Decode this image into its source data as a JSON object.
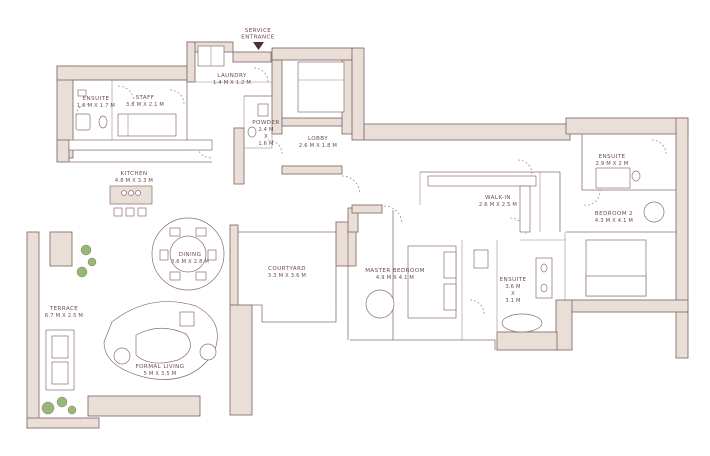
{
  "colors": {
    "wall": "#eadfd7",
    "outline": "#8a6e73",
    "text": "#6b4a52",
    "plant": "#9bb47a"
  },
  "labels": {
    "service": {
      "name1": "SERVICE",
      "name2": "ENTRANCE"
    },
    "laundry": {
      "name": "LAUNDRY",
      "dim": "1.4 M X 1.2 M"
    },
    "ensuite_staff": {
      "name": "ENSUITE",
      "dim": "1.6 M X 1.7 M"
    },
    "staff": {
      "name": "STAFF",
      "dim": "3.8 M X 2.1 M"
    },
    "powder": {
      "name": "POWDER",
      "dim1": "2.4 M",
      "dim2": "X",
      "dim3": "1.6 M"
    },
    "lobby": {
      "name": "LOBBY",
      "dim": "2.6 M X 1.8 M"
    },
    "kitchen": {
      "name": "KITCHEN",
      "dim": "4.8 M X 3.3 M"
    },
    "dining": {
      "name": "DINING",
      "dim": "3.6 M X 2.8 M"
    },
    "courtyard": {
      "name": "COURTYARD",
      "dim": "3.3 M X 3.6 M"
    },
    "terrace": {
      "name": "TERRACE",
      "dim": "6.7 M X 2.5 M"
    },
    "formal_living": {
      "name": "FORMAL LIVING",
      "dim": "5 M X 3.5 M"
    },
    "master_bedroom": {
      "name": "MASTER BEDROOM",
      "dim": "4.9 M X 4.1 M"
    },
    "walkin": {
      "name": "WALK-IN",
      "dim": "2.6 M X 2.5 M"
    },
    "ensuite_master": {
      "name": "ENSUITE",
      "dim1": "3.6 M",
      "dim2": "X",
      "dim3": "3.1 M"
    },
    "ensuite_2": {
      "name": "ENSUITE",
      "dim": "2.9 M X 2 M"
    },
    "bedroom2": {
      "name": "BEDROOM 2",
      "dim": "4.3 M X 4.1 M"
    }
  }
}
